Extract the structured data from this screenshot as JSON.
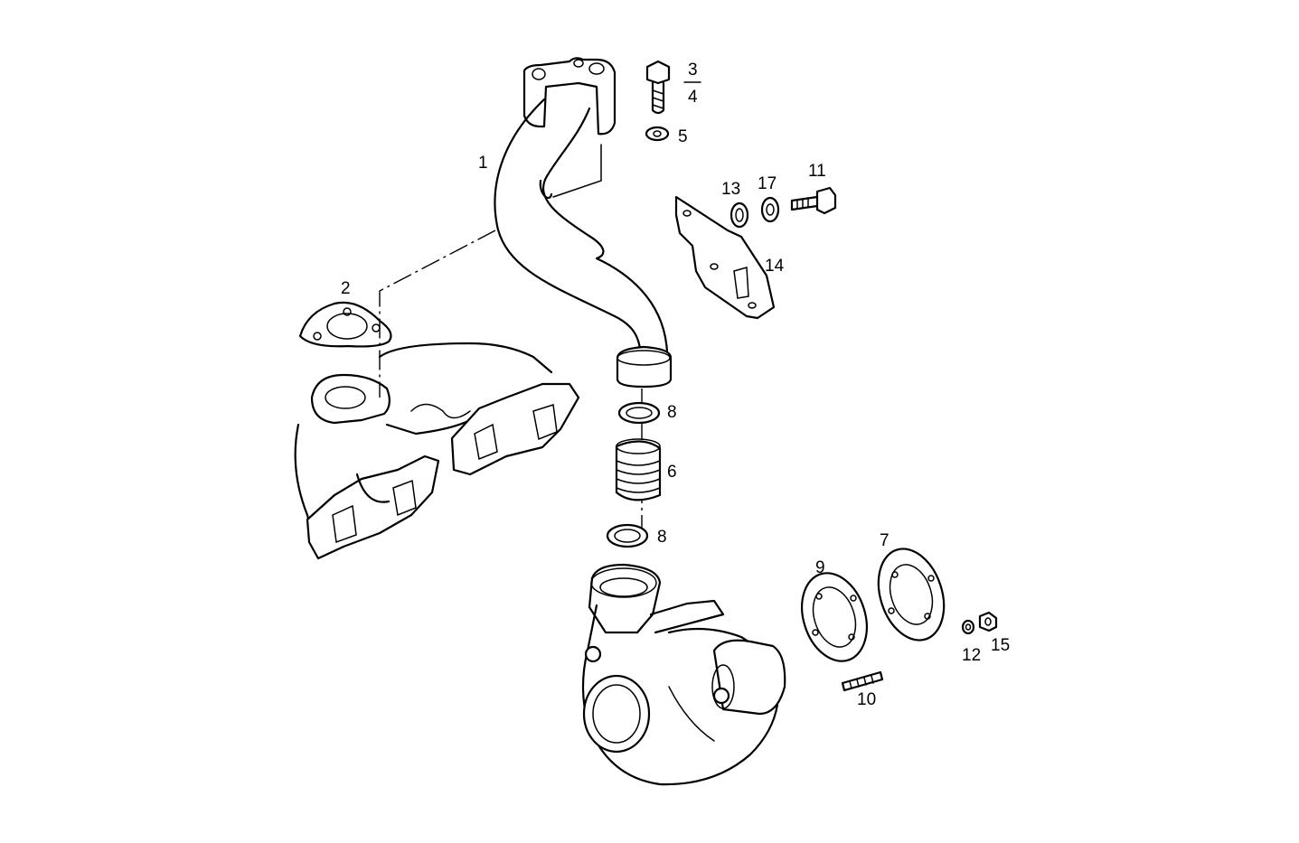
{
  "callouts": {
    "c1": "1",
    "c2": "2",
    "c3": "3",
    "c4": "4",
    "c5": "5",
    "c6": "6",
    "c7": "7",
    "c8a": "8",
    "c8b": "8",
    "c9": "9",
    "c10": "10",
    "c11": "11",
    "c12": "12",
    "c13": "13",
    "c14": "14",
    "c15": "15",
    "c17": "17"
  },
  "colors": {
    "ink": "#000000",
    "paper": "#ffffff"
  }
}
